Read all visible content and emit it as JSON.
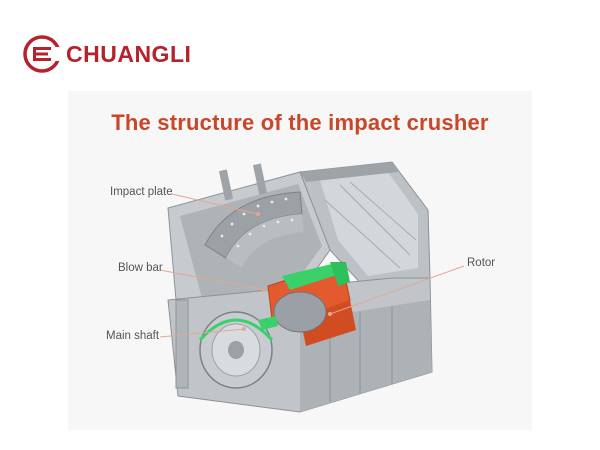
{
  "brand": {
    "name": "CHUANGLI",
    "color": "#b5222b",
    "icon": "brand-logo-icon"
  },
  "title": "The structure of the impact crusher",
  "colors": {
    "title": "#c94628",
    "machine_body": "#b3b8bc",
    "blow_bar": "#e25a2d",
    "rotor_highlight": "#3ad06a",
    "leader_line": "#e0a895"
  },
  "labels": {
    "impact_plate": "Impact plate",
    "blow_bar": "Blow bar",
    "main_shaft": "Main shaft",
    "rotor": "Rotor"
  }
}
